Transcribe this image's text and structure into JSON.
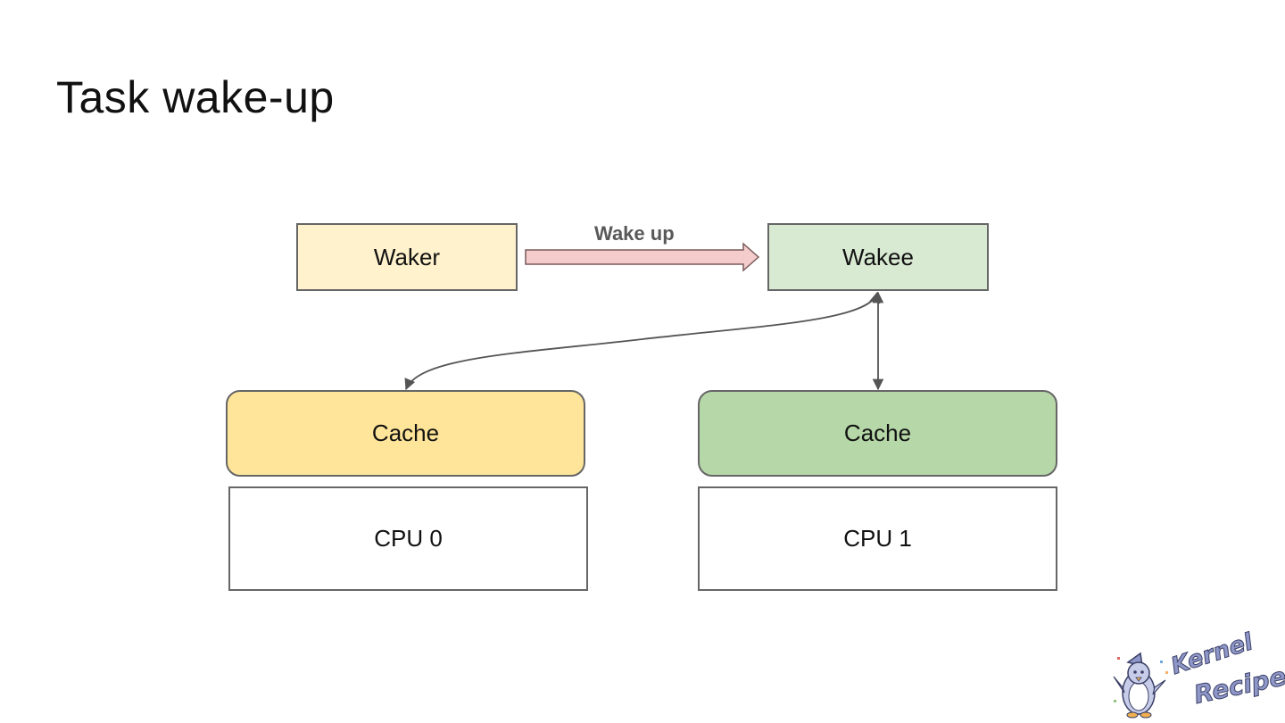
{
  "slide": {
    "title": "Task wake-up"
  },
  "diagram": {
    "waker": "Waker",
    "wakee": "Wakee",
    "wake_arrow_label": "Wake up",
    "cache_left": "Cache",
    "cache_right": "Cache",
    "cpu_left": "CPU 0",
    "cpu_right": "CPU 1"
  },
  "colors": {
    "waker_fill": "#fff2cc",
    "wakee_fill": "#d9ead3",
    "cache_left_fill": "#ffe599",
    "cache_right_fill": "#b6d7a8",
    "wake_arrow_fill": "#f4cccc",
    "logo_color": "#8f97c8"
  },
  "logo": {
    "line1": "Kernel",
    "line2": "Recipes"
  }
}
